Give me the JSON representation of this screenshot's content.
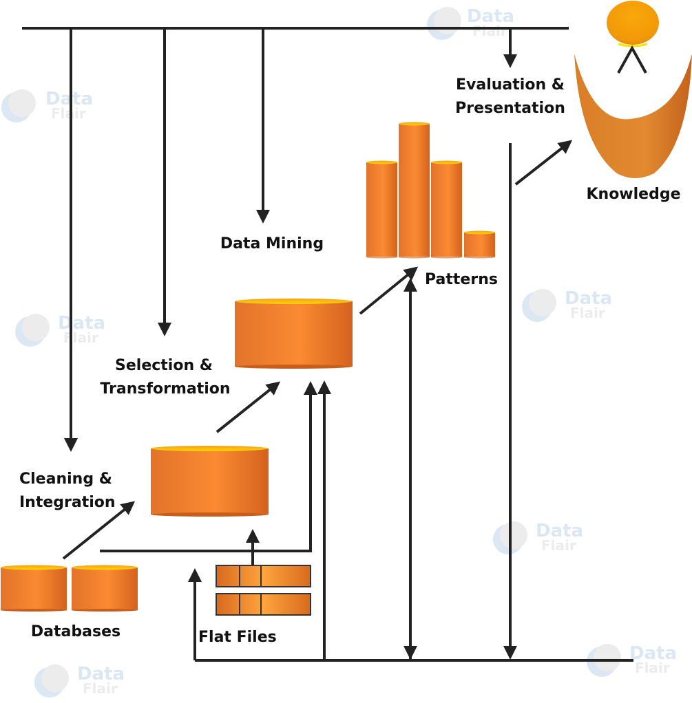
{
  "diagram": {
    "title": "Knowledge Discovery in Databases (KDD) Process",
    "colors": {
      "line": "#222222",
      "orange": "#f7862e",
      "orange_dark": "#d8661f",
      "orange_light": "#fca440",
      "cap": "#fcc200",
      "head": "#f59d0a",
      "bowl": "#e0872d",
      "watermark_blue": "#dbe8f3",
      "watermark_gray": "#ececec"
    },
    "stages": {
      "evaluation": {
        "line1": "Evaluation &",
        "line2": "Presentation"
      },
      "data_mining": "Data Mining",
      "selection": {
        "line1": "Selection &",
        "line2": "Transformation"
      },
      "cleaning": {
        "line1": "Cleaning &",
        "line2": "Integration"
      }
    },
    "nodes": {
      "knowledge": "Knowledge",
      "patterns": "Patterns",
      "databases": "Databases",
      "flat_files": "Flat Files"
    },
    "watermark": {
      "line1": "Data",
      "line2": "Flair"
    }
  }
}
